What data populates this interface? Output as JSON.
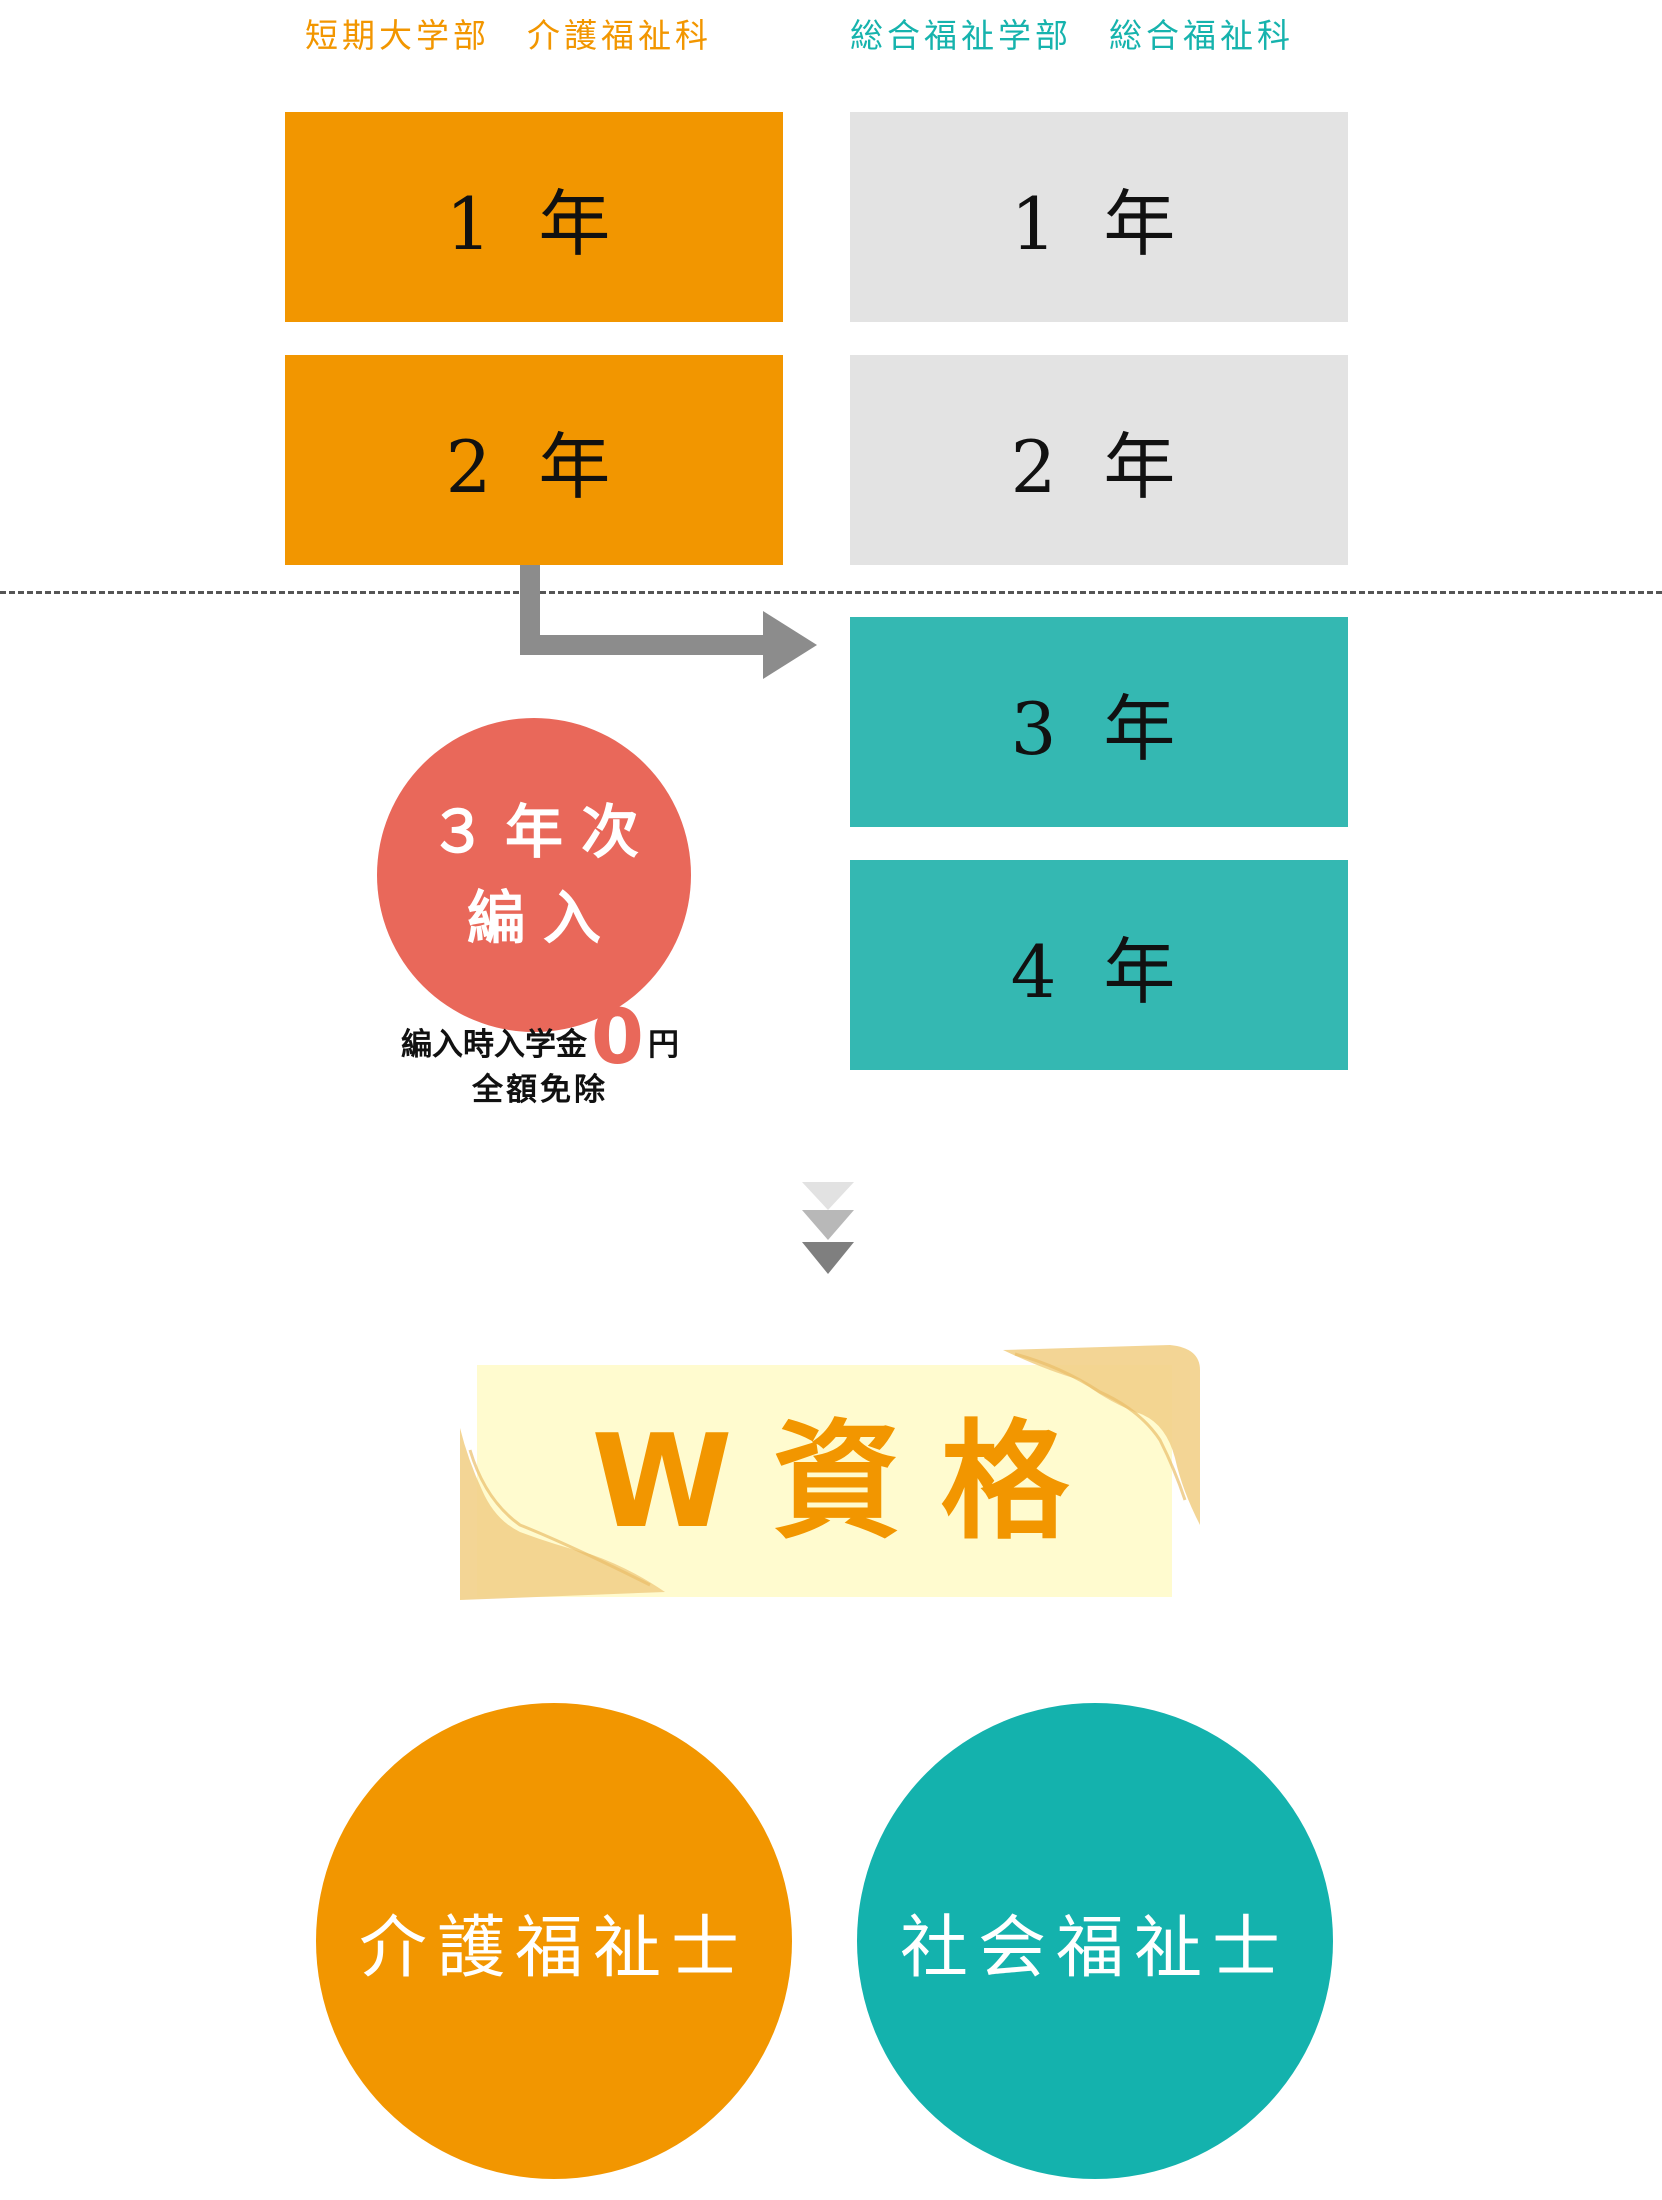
{
  "colors": {
    "orange": "#f29600",
    "gray": "#e3e3e3",
    "teal": "#34b8b2",
    "teal_dark": "#14b2ad",
    "coral": "#e9685a",
    "pale_yellow": "#fffbcf",
    "arrow_gray": "#8c8c8c"
  },
  "columns": {
    "left": {
      "heading": "短期大学部　介護福祉科",
      "years": [
        "1 年",
        "2 年"
      ]
    },
    "right": {
      "heading": "総合福祉学部　総合福祉科",
      "years": [
        "1 年",
        "2 年",
        "3 年",
        "4 年"
      ]
    }
  },
  "transfer": {
    "badge_line1": "３年次",
    "badge_line2": "編入",
    "fee_prefix": "編入時入学金",
    "fee_amount": "0",
    "fee_unit": "円",
    "fee_note": "全額免除"
  },
  "result": {
    "label": "W資格",
    "certifications": [
      "介護福祉士",
      "社会福祉士"
    ]
  },
  "icons": [
    "right-angle-arrow-icon",
    "triple-down-chevron-icon"
  ]
}
